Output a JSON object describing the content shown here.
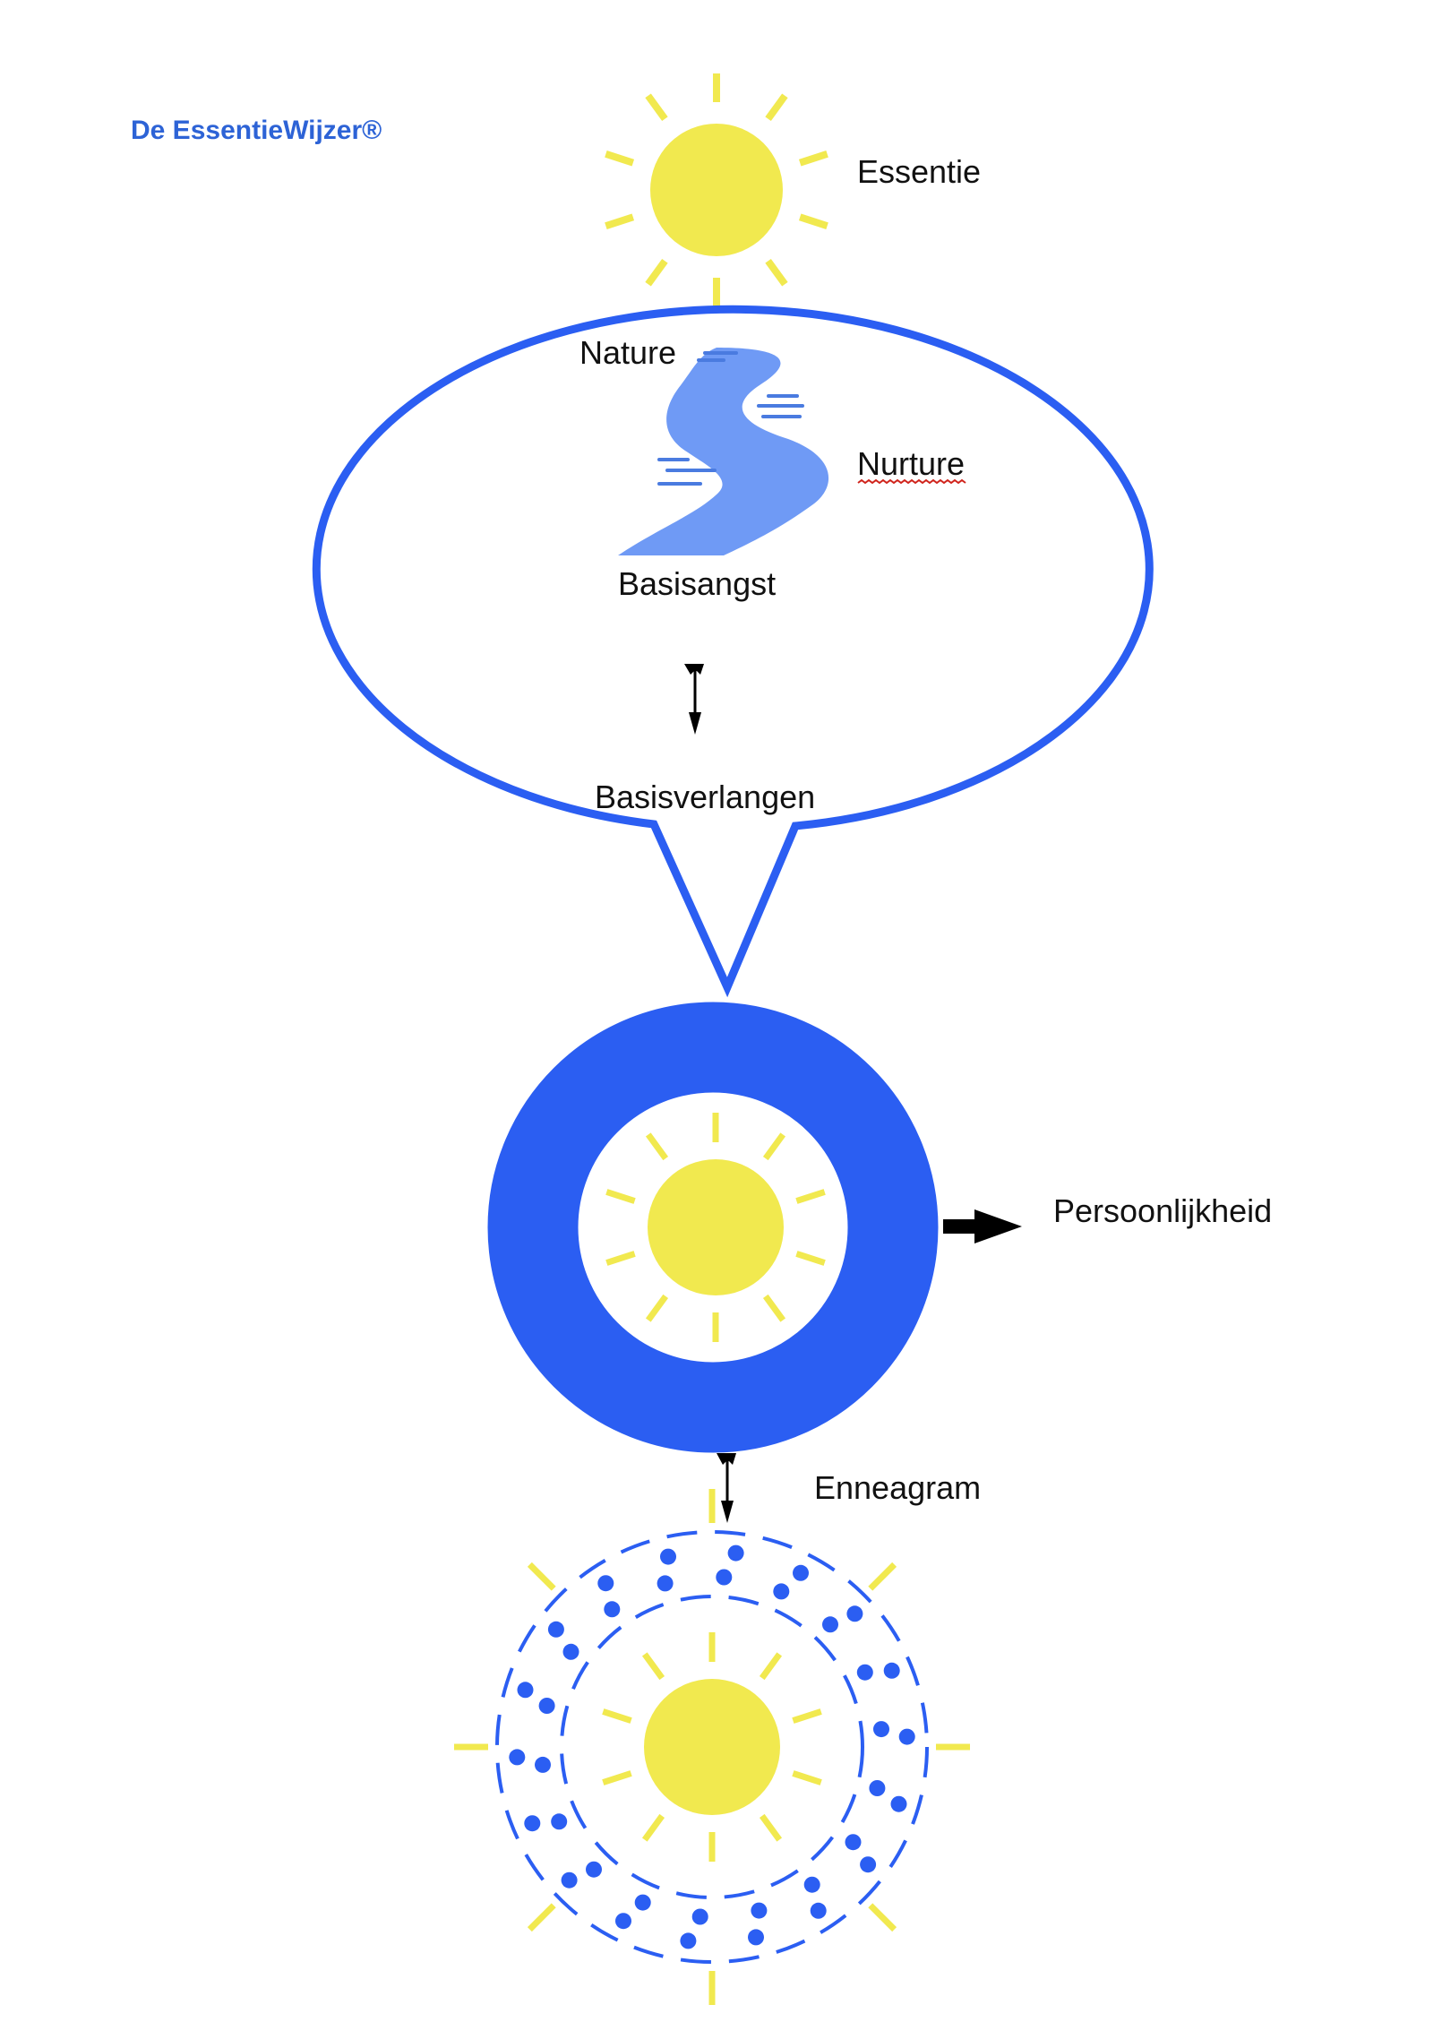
{
  "brand": "De EssentieWijzer®",
  "labels": {
    "essentie": "Essentie",
    "nature": "Nature",
    "nurture": "Nurture",
    "basisangst": "Basisangst",
    "basisverlangen": "Basisverlangen",
    "persoonlijkheid": "Persoonlijkheid",
    "enneagram": "Enneagram"
  },
  "colors": {
    "brand": "#2d63d6",
    "personality_blue": "#2b5ef2",
    "river_blue": "#6f9af5",
    "river_lines": "#4a7be0",
    "sun_yellow": "#f1e94f",
    "text": "#111111",
    "arrow": "#000000",
    "spellcheck_underline": "#d0241c"
  },
  "icons": {
    "top_sun": "sun-icon",
    "river": "river-icon",
    "inner_sun": "sun-icon",
    "bottom_sun": "sun-icon",
    "arrows": "arrow-icon"
  }
}
